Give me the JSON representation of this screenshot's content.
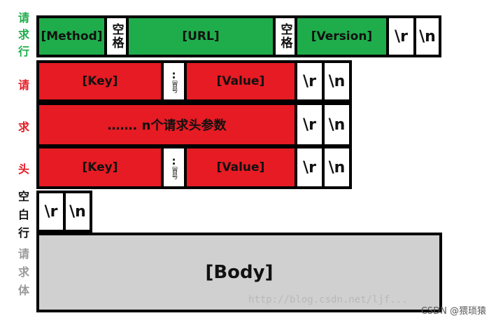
{
  "side_labels": {
    "request_line": "请\n求\n行",
    "request_header": [
      "请",
      "求",
      "头"
    ],
    "blank_line": "空\n白\n行",
    "request_body": "请\n求\n体"
  },
  "request_line": {
    "method": "[Method]",
    "space1": "空格",
    "url": "[URL]",
    "space2": "空格",
    "version": "[Version]",
    "cr": "\\r",
    "lf": "\\n"
  },
  "header_rows": [
    {
      "key": "[Key]",
      "colon": ":",
      "colon_note": "冒号",
      "value": "[Value]",
      "cr": "\\r",
      "lf": "\\n"
    },
    {
      "text": "……. n个请求头参数",
      "cr": "\\r",
      "lf": "\\n"
    },
    {
      "key": "[Key]",
      "colon": ":",
      "colon_note": "冒号",
      "value": "[Value]",
      "cr": "\\r",
      "lf": "\\n"
    }
  ],
  "blank_line_cells": {
    "cr": "\\r",
    "lf": "\\n"
  },
  "body": {
    "label": "[Body]"
  },
  "watermark": "CSDN @猥琐猿",
  "faint_watermark": "http://blog.csdn.net/ljf..."
}
